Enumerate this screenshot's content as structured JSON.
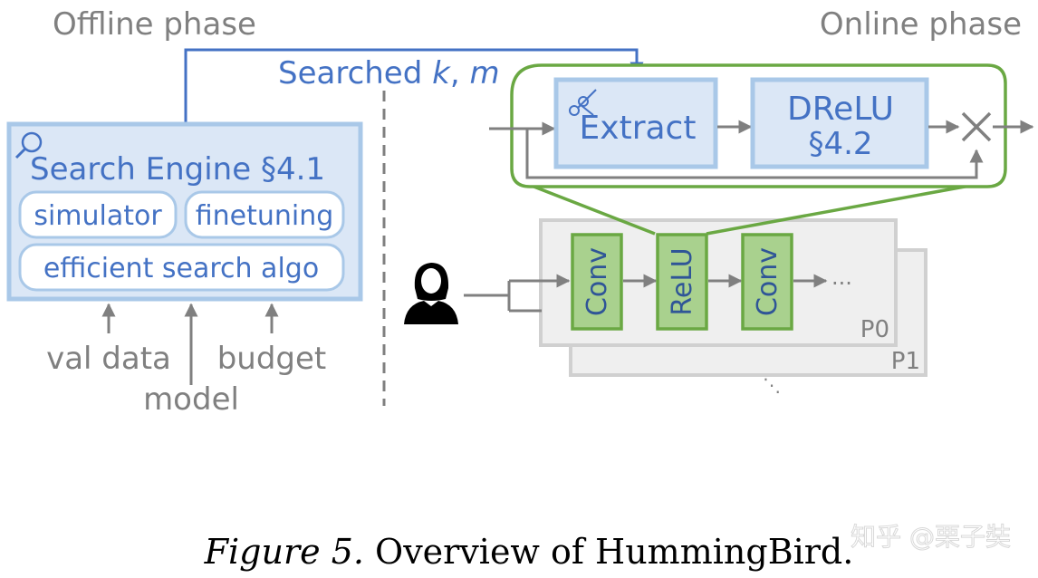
{
  "diagram": {
    "labels": {
      "offline_phase": "Offline phase",
      "online_phase": "Online phase",
      "searched_prefix": "Searched ",
      "searched_k": "k",
      "searched_sep": ", ",
      "searched_m": "m"
    },
    "search_engine": {
      "title": "Search Engine §4.1",
      "simulator": "simulator",
      "finetuning": "finetuning",
      "efficient_search": "efficient search algo"
    },
    "inputs": {
      "val_data": "val data",
      "model": "model",
      "budget": "budget"
    },
    "online": {
      "extract": "Extract",
      "drelu_line1": "DReLU",
      "drelu_line2": "§4.2"
    },
    "network": {
      "conv1": "Conv",
      "relu": "ReLU",
      "conv2": "Conv",
      "ellipsis": "...",
      "p0": "P0",
      "p1": "P1",
      "more": "⋱"
    },
    "caption": {
      "figure": "Figure 5.",
      "text": " Overview of HummingBird."
    },
    "watermark": "知乎 @栗子奘"
  },
  "colors": {
    "blue_text": "#4472c4",
    "blue_box_fill": "#dbe7f6",
    "blue_box_stroke": "#a9c8e8",
    "green_stroke": "#6aa843",
    "green_fill": "#a9d18e",
    "gray": "#808080",
    "light_gray_fill": "#efefef",
    "light_gray_stroke": "#d0d0d0"
  }
}
